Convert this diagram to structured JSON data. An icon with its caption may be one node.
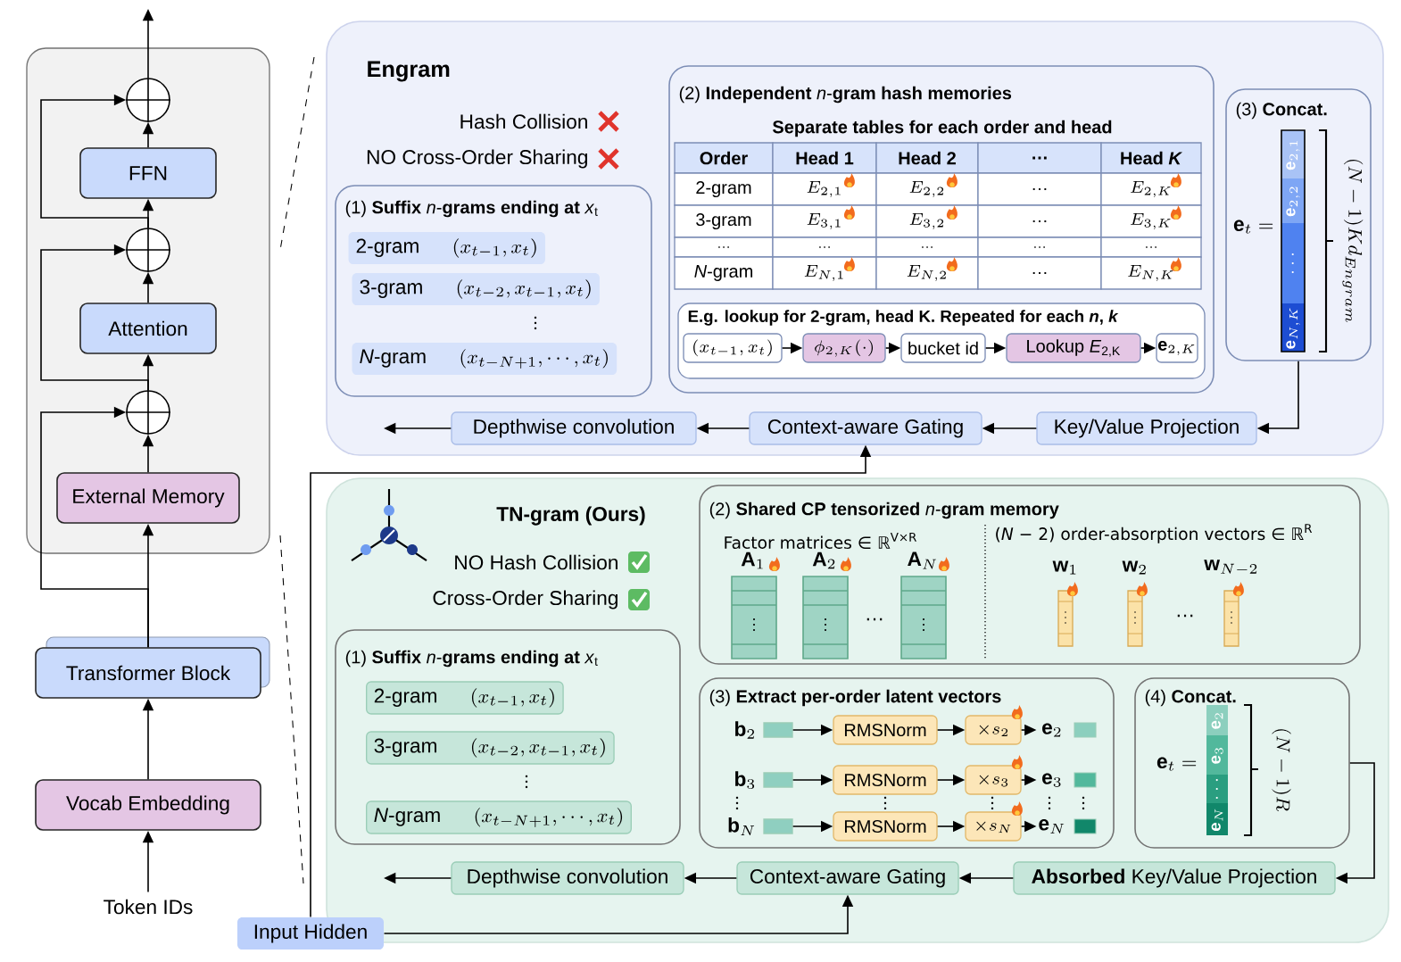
{
  "diagram": {
    "nodes": [
      {
        "text": [],
        "shape": "box"
      },
      {
        "text": [],
        "shape": "circle",
        "in": 0
      },
      {
        "text": [
          "FFN"
        ],
        "in": 0
      },
      {
        "text": [],
        "shape": "circle",
        "in": 0
      },
      {
        "text": [
          "Attention"
        ],
        "in": 0
      },
      {
        "text": [],
        "shape": "circle",
        "in": 0
      },
      {
        "text": [
          "External Memory"
        ],
        "in": 0
      },
      {
        "text": [
          "Transformer Block"
        ]
      },
      {
        "text": [
          "Vocab Embedding"
        ]
      },
      {
        "text": [
          "Token IDs"
        ]
      },
      {
        "text": [
          "Input Hidden"
        ]
      },
      {
        "text": [
          "Engram",
          "Hash Collision",
          "NO Cross-Order Sharing"
        ]
      },
      {
        "text": [
          "(1) **Suffix** *n*-**grams ending at** *x*$_{t}$"
        ],
        "in": 11
      },
      {
        "text": [
          "2-gram",
          "(x_{t-1}, x_t)"
        ],
        "in": 12
      },
      {
        "text": [
          "3-gram",
          "(x_{t-2}, x_{t-1}, x_t)"
        ],
        "in": 12
      },
      {
        "text": [
          "*N*-gram",
          "(x_{t-N+1}, \\cdots, x_t)"
        ],
        "in": 12
      },
      {
        "text": [
          "(2) **Independent** *n*-**gram hash memories**",
          "Separate tables for each order and head"
        ],
        "in": 11
      },
      {
        "text": [
          "E.g. lookup for 2-gram, head K. Repeated for each *n*, *k*"
        ],
        "in": 16
      },
      {
        "text": [
          "(x_{t-1}, x_t)"
        ],
        "in": 17
      },
      {
        "text": [
          "\\phi_{2,K}(\\cdot)"
        ],
        "in": 17
      },
      {
        "text": [
          "bucket id"
        ],
        "in": 17
      },
      {
        "text": [
          "Lookup *E*$_{2,K}$"
        ],
        "in": 17
      },
      {
        "text": [
          "\\mathbf{e}_{2,K}"
        ],
        "in": 17
      },
      {
        "text": [
          "(3) **Concat.**"
        ],
        "in": 11
      },
      {
        "text": [
          "Depthwise convolution"
        ],
        "in": 11
      },
      {
        "text": [
          "Context-aware Gating"
        ],
        "in": 11
      },
      {
        "text": [
          "Key/Value Projection"
        ],
        "in": 11
      },
      {
        "text": [
          "TN-gram (Ours)",
          "NO Hash Collision",
          "Cross-Order Sharing"
        ]
      },
      {
        "text": [
          "(1) **Suffix** *n*-**grams ending at** *x*$_{t}$"
        ],
        "in": 27
      },
      {
        "text": [
          "2-gram",
          "(x_{t-1}, x_t)"
        ],
        "in": 28
      },
      {
        "text": [
          "3-gram",
          "(x_{t-2}, x_{t-1}, x_t)"
        ],
        "in": 28
      },
      {
        "text": [
          "*N*-gram",
          "(x_{t-N+1}, \\cdots, x_t)"
        ],
        "in": 28
      },
      {
        "text": [
          "(2) **Shared CP tensorized** *n*-**gram memory**",
          "Factor matrices ∈ ℝ$^{V×R}$",
          "(*N* − 2) order-absorption vectors ∈ ℝ$^{R}$"
        ],
        "in": 27
      },
      {
        "text": [
          "(3) **Extract per-order latent vectors**"
        ],
        "in": 27
      },
      {
        "text": [],
        "shape": "bar",
        "beside": [
          "\\mathbf{b}_2"
        ],
        "in": 33
      },
      {
        "text": [
          "RMSNorm"
        ],
        "in": 33
      },
      {
        "text": [
          "\\times s_2"
        ],
        "in": 33
      },
      {
        "text": [
          "\\mathbf{e}_2"
        ],
        "in": 33
      },
      {
        "text": [],
        "shape": "bar",
        "beside": [
          "\\mathbf{b}_3"
        ],
        "in": 33
      },
      {
        "text": [
          "RMSNorm"
        ],
        "in": 33
      },
      {
        "text": [
          "\\times s_3"
        ],
        "in": 33
      },
      {
        "text": [
          "\\mathbf{e}_3"
        ],
        "in": 33
      },
      {
        "text": [],
        "shape": "bar",
        "beside": [
          "\\mathbf{b}_N"
        ],
        "in": 33
      },
      {
        "text": [
          "RMSNorm"
        ],
        "in": 33
      },
      {
        "text": [
          "\\times s_N"
        ],
        "in": 33
      },
      {
        "text": [
          "\\mathbf{e}_N"
        ],
        "in": 33
      },
      {
        "text": [
          "(4) **Concat.**"
        ],
        "in": 27
      },
      {
        "text": [
          "Depthwise convolution"
        ],
        "in": 27
      },
      {
        "text": [
          "Context-aware Gating"
        ],
        "in": 27
      },
      {
        "text": [
          "**Absorbed** Key/Value Projection"
        ],
        "in": 27
      }
    ],
    "edges": [
      {
        "from": 9,
        "to": 8,
        "arrow": "to"
      },
      {
        "from": 8,
        "to": 7,
        "arrow": "to"
      },
      {
        "from": 7,
        "to": 6,
        "arrow": "to"
      },
      {
        "from": 6,
        "to": 5,
        "arrow": "to"
      },
      {
        "from": 5,
        "to": 4,
        "arrow": "to"
      },
      {
        "from": 4,
        "to": 3,
        "arrow": "to"
      },
      {
        "from": 3,
        "to": 2,
        "arrow": "to"
      },
      {
        "from": 2,
        "to": 1,
        "arrow": "to"
      },
      {
        "from": 1,
        "to": null,
        "arrow": "to"
      },
      {
        "from": 7,
        "to": 5,
        "arrow": "to"
      },
      {
        "from": 5,
        "to": 3,
        "arrow": "to"
      },
      {
        "from": 3,
        "to": 1,
        "arrow": "to"
      },
      {
        "from": 18,
        "to": 19,
        "arrow": "to"
      },
      {
        "from": 19,
        "to": 20,
        "arrow": "to"
      },
      {
        "from": 20,
        "to": 21,
        "arrow": "to"
      },
      {
        "from": 21,
        "to": 22,
        "arrow": "to"
      },
      {
        "from": 23,
        "to": 26,
        "arrow": "to"
      },
      {
        "from": 26,
        "to": 25,
        "arrow": "to"
      },
      {
        "from": 25,
        "to": 24,
        "arrow": "to"
      },
      {
        "from": 24,
        "to": null,
        "arrow": "to"
      },
      {
        "from": 10,
        "to": 25,
        "arrow": "to"
      },
      {
        "from": 10,
        "to": 48,
        "arrow": "to"
      },
      {
        "from": 34,
        "to": 35,
        "arrow": "to"
      },
      {
        "from": 35,
        "to": 36,
        "arrow": "to"
      },
      {
        "from": 36,
        "to": 37,
        "arrow": "to"
      },
      {
        "from": 38,
        "to": 39,
        "arrow": "to"
      },
      {
        "from": 39,
        "to": 40,
        "arrow": "to"
      },
      {
        "from": 40,
        "to": 41,
        "arrow": "to"
      },
      {
        "from": 42,
        "to": 43,
        "arrow": "to"
      },
      {
        "from": 43,
        "to": 44,
        "arrow": "to"
      },
      {
        "from": 44,
        "to": 45,
        "arrow": "to"
      },
      {
        "from": 46,
        "to": 49,
        "arrow": "to"
      },
      {
        "from": 49,
        "to": 48,
        "arrow": "to"
      },
      {
        "from": 48,
        "to": 47,
        "arrow": "to"
      },
      {
        "from": 47,
        "to": null,
        "arrow": "to"
      }
    ],
    "labels": [
      "Order",
      "Head 1",
      "Head 2",
      "…",
      "Head *K*",
      "2-gram",
      "E_{2,1}",
      "E_{2,2}",
      "…",
      "E_{2,K}",
      "3-gram",
      "E_{3,1}",
      "E_{3,2}",
      "…",
      "E_{3,K}",
      "…",
      "…",
      "…",
      "…",
      "…",
      "*N*-gram",
      "E_{N,1}",
      "E_{N,2}",
      "…",
      "E_{N,K}",
      "\\mathbf{e}_t =",
      "\\mathbf{e}_{2,1}",
      "\\mathbf{e}_{2,2}",
      "\\cdots",
      "\\mathbf{e}_{N,K}",
      "(N-1)Kd_{Engram}",
      "\\mathbf{A}_1",
      "\\mathbf{A}_2",
      "…",
      "\\mathbf{A}_N",
      "\\mathbf{w}_1",
      "\\mathbf{w}_2",
      "…",
      "\\mathbf{w}_{N-2}",
      "\\mathbf{e}_t =",
      "\\mathbf{e}_2",
      "\\mathbf{e}_3",
      "\\cdots",
      "\\mathbf{e}_N",
      "(N-1)R"
    ]
  }
}
